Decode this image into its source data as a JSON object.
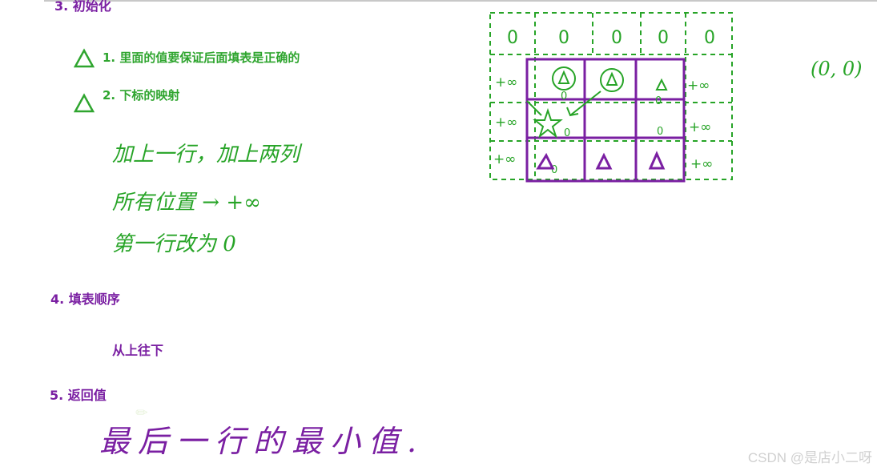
{
  "sections": {
    "s3": "3. 初始化",
    "s3_items": [
      "1. 里面的值要保证后面填表是正确的",
      "2. 下标的映射"
    ],
    "s4": "4. 填表顺序",
    "s4_text": "从上往下",
    "s5": "5. 返回值"
  },
  "handwriting": {
    "line1": "加上一行，加上两列",
    "line2": "所有位置 → +∞",
    "line3": "第一行改为 0",
    "answer": "最后一行的最小值.",
    "coord": "(0, 0)"
  },
  "grid": {
    "top_row": [
      "0",
      "0",
      "0",
      "0",
      "0"
    ],
    "inf": "+∞",
    "zero": "0"
  },
  "watermark": "CSDN @是店小二呀",
  "colors": {
    "purple": "#7a1fa2",
    "green": "#27a427"
  }
}
